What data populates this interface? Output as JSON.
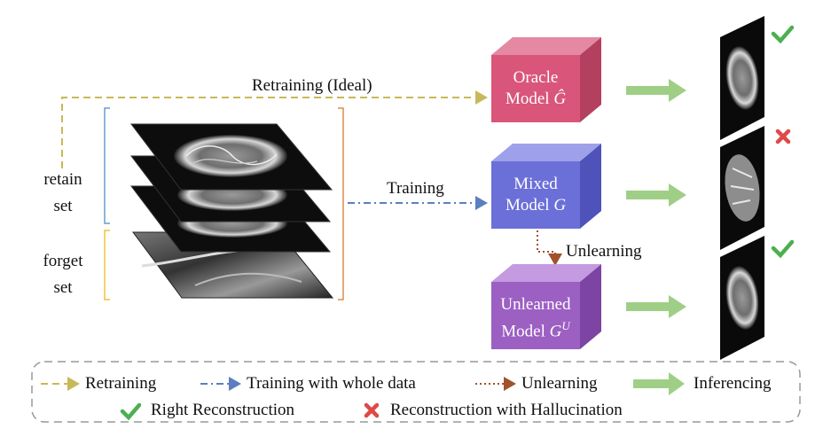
{
  "labels": {
    "retraining_ideal": "Retraining (Ideal)",
    "training": "Training",
    "unlearning": "Unlearning",
    "retain_set_line1": "retain",
    "retain_set_line2": "set",
    "forget_set_line1": "forget",
    "forget_set_line2": "set"
  },
  "models": {
    "oracle": {
      "line1": "Oracle",
      "line2_text": "Model ",
      "symbol": "Ĝ",
      "color": "#d9567a"
    },
    "mixed": {
      "line1": "Mixed",
      "line2_text": "Model ",
      "symbol": "G",
      "color": "#6b6fd8"
    },
    "unlearned": {
      "line1": "Unlearned",
      "line2_text": "Model ",
      "symbol": "G",
      "superscript": "U",
      "color": "#9c5fc2"
    }
  },
  "legend": {
    "retraining": "Retraining",
    "training_whole": "Training with whole data",
    "unlearning": "Unlearning",
    "inferencing": "Inferencing",
    "right_reconstruction": "Right Reconstruction",
    "hallucination": "Reconstruction with Hallucination"
  },
  "colors": {
    "retraining_line": "#c9b85a",
    "training_line": "#5b7fbf",
    "unlearning_line": "#a0522d",
    "inference_arrow": "#9fcf86",
    "check": "#4caf50",
    "cross": "#e04848",
    "retain_bracket": "#6a9bd1",
    "forget_bracket": "#f0c040",
    "set_bracket": "#e08a4a"
  }
}
